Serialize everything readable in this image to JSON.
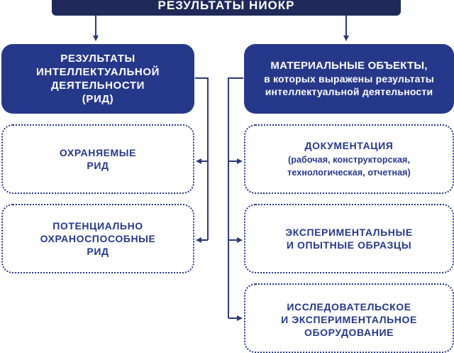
{
  "top": {
    "title": "РЕЗУЛЬТАТЫ НИОКР"
  },
  "left": {
    "header": [
      "РЕЗУЛЬТАТЫ",
      "ИНТЕЛЛЕКТУАЛЬНОЙ",
      "ДЕЯТЕЛЬНОСТИ",
      "(РИД)"
    ],
    "items": [
      {
        "lines": [
          "ОХРАНЯЕМЫЕ",
          "РИД"
        ]
      },
      {
        "lines": [
          "ПОТЕНЦИАЛЬНО",
          "ОХРАНОСПОСОБНЫЕ",
          "РИД"
        ]
      }
    ]
  },
  "right": {
    "header": [
      "МАТЕРИАЛЬНЫЕ ОБЪЕКТЫ,",
      "в которых выражены результаты",
      "интеллектуальной деятельности"
    ],
    "items": [
      {
        "lines": [
          "ДОКУМЕНТАЦИЯ"
        ],
        "sub": [
          "(рабочая, конструкторская,",
          "технологическая, отчетная)"
        ]
      },
      {
        "lines": [
          "ЭКСПЕРИМЕНТАЛЬНЫЕ",
          "И ОПЫТНЫЕ ОБРАЗЦЫ"
        ]
      },
      {
        "lines": [
          "ИССЛЕДОВАТЕЛЬСКОЕ",
          "И ЭКСПЕРИМЕНТАЛЬНОЕ",
          "ОБОРУДОВАНИЕ"
        ]
      }
    ]
  },
  "colors": {
    "navy_dark": "#1f2a5a",
    "navy": "#26388a",
    "connector": "#2b3a78"
  }
}
